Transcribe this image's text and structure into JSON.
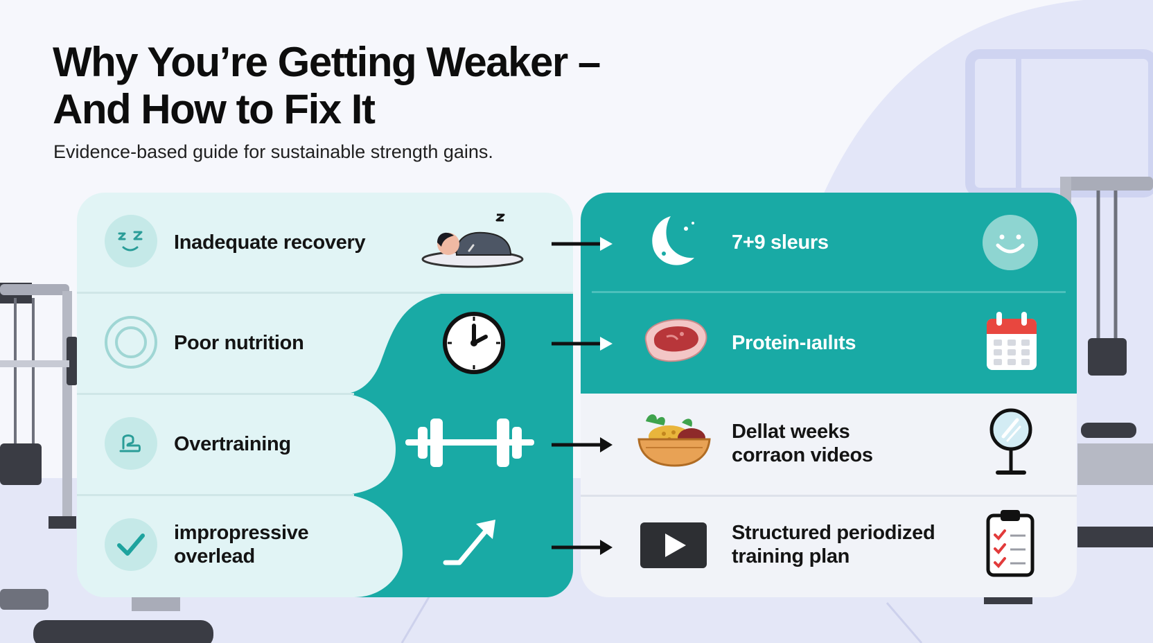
{
  "header": {
    "title_line1": "Why You’re Getting Weaker –",
    "title_line2": "And How to Fix It",
    "subtitle": "Evidence-based guide for sustainable strength gains."
  },
  "problems": [
    {
      "line1": "Inadequate recovery",
      "line2": "",
      "icon": "sleep-face-icon"
    },
    {
      "line1": "Poor nutrition",
      "line2": "",
      "icon": "ring-icon"
    },
    {
      "line1": "Overtraining",
      "line2": "",
      "icon": "wave-icon"
    },
    {
      "line1": "impropressive",
      "line2": "overlead",
      "icon": "checkmark-icon"
    }
  ],
  "problem_pictures": [
    "sleeping-person-icon",
    "clock-icon",
    "dumbbell-icon",
    "trend-arrow-icon"
  ],
  "solutions": [
    {
      "line1": "7+9 sleurs",
      "line2": "",
      "icon": "moon-icon",
      "end_icon": "smiley-icon"
    },
    {
      "line1": "Protein-ıaılıts",
      "line2": "",
      "icon": "steak-icon",
      "end_icon": "calendar-icon"
    },
    {
      "line1": "Dellat weeks",
      "line2": "corraon videos",
      "icon": "food-bowl-icon",
      "end_icon": "mirror-icon"
    },
    {
      "line1": "Structured periodized",
      "line2": "training plan",
      "icon": "play-video-icon",
      "end_icon": "clipboard-checklist-icon"
    }
  ],
  "colors": {
    "teal": "#19aaa5",
    "light_teal": "#e1f4f5",
    "soft_teal_icon": "#c5e9e8",
    "panel_grey": "#f1f3f8",
    "background_lavender": "#dfe2f7"
  }
}
